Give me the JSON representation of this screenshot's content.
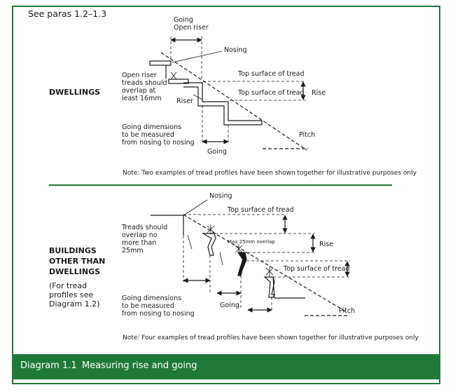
{
  "header": {
    "see_paras": "See paras 1.2–1.3"
  },
  "section1": {
    "heading": "DWELLINGS",
    "labels": {
      "going_open_riser": "Going\nOpen riser",
      "nosing": "Nosing",
      "open_riser_note": "Open riser\ntreads should\noverlap at\nleast 16mm",
      "top_surface_1": "Top surface of tread",
      "top_surface_2": "Top surface of tread",
      "rise": "Rise",
      "riser": "Riser",
      "going_dims": "Going dimensions\nto be measured\nfrom nosing to nosing",
      "pitch": "Pitch",
      "going": "Going"
    },
    "note": "Note: Two examples of tread profiles have been shown together for illustrative purposes only"
  },
  "section2": {
    "heading": "BUILDINGS\nOTHER THAN\nDWELLINGS",
    "subheading": "(For tread\nprofiles see\nDiagram 1.2)",
    "labels": {
      "nosing": "Nosing",
      "top_surface_1": "Top surface of tread",
      "treads_overlap": "Treads should\noverlap no\nmore than\n25mm",
      "max_overlap": "Max 25mm overlap",
      "rise": "Rise",
      "top_surface_2": "Top surface of tread",
      "going_dims": "Going dimensions\nto be measured\nfrom nosing to nosing",
      "going": "Going",
      "pitch": "Pitch"
    },
    "note": "Note: Four examples of tread profiles have been shown together for illustrative purposes only"
  },
  "footer": {
    "number": "Diagram 1.1",
    "title": "Measuring rise and going"
  },
  "colors": {
    "accent": "#1f7a3a",
    "line": "#1a1a1a"
  }
}
